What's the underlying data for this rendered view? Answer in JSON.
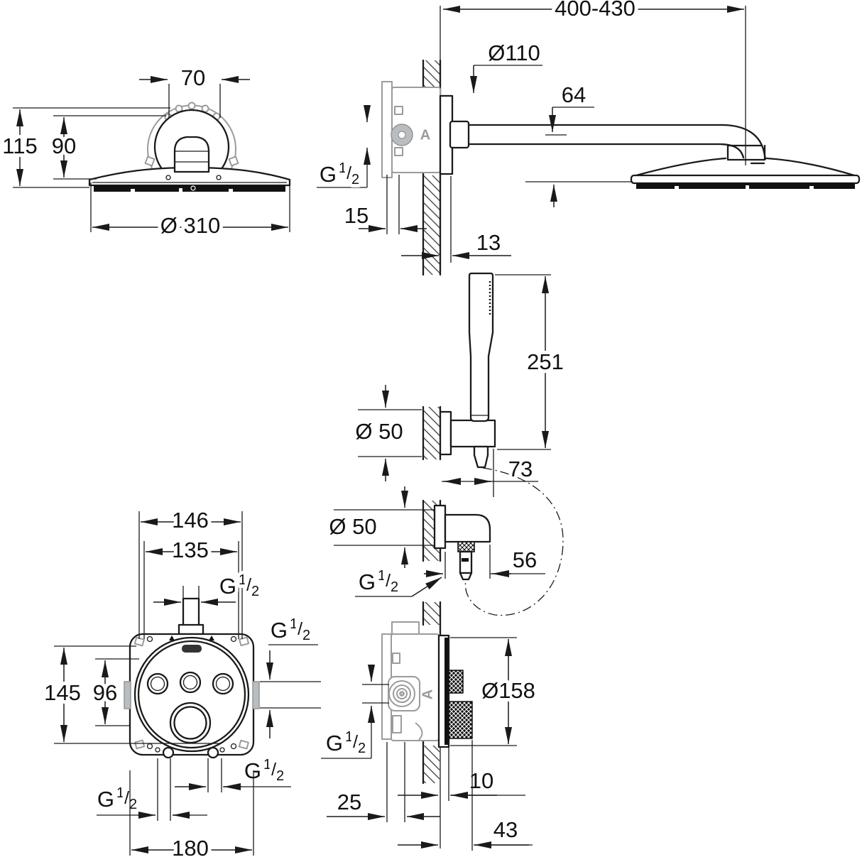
{
  "drawing": {
    "type": "technical-dimension-drawing",
    "subject": "concealed thermostatic shower set (head shower, hand shower, wall outlet, thermostat rough-in)",
    "colors": {
      "background": "#ffffff",
      "line": "#1a1a1a",
      "rough_in_gray": "#9b9b9b",
      "knurl_black": "#111111"
    }
  },
  "front_head": {
    "w70": "70",
    "h115": "115",
    "h90": "90",
    "d310": "Ø 310"
  },
  "side_head": {
    "range": "400-430",
    "d110": "Ø110",
    "drop64": "64",
    "off15": "15",
    "off13": "13"
  },
  "hand_shower": {
    "len251": "251",
    "d50": "Ø 50",
    "proj73": "73"
  },
  "outlet": {
    "d50": "Ø 50",
    "proj56": "56"
  },
  "thermo_front": {
    "w146": "146",
    "w135": "135",
    "h145": "145",
    "h96": "96",
    "w180": "180"
  },
  "thermo_side": {
    "d158": "Ø158",
    "t10": "10",
    "t25": "25",
    "t43": "43"
  },
  "g_half": {
    "g": "G",
    "num": "1",
    "slash": "/",
    "den": "2"
  },
  "a_marker": "A"
}
